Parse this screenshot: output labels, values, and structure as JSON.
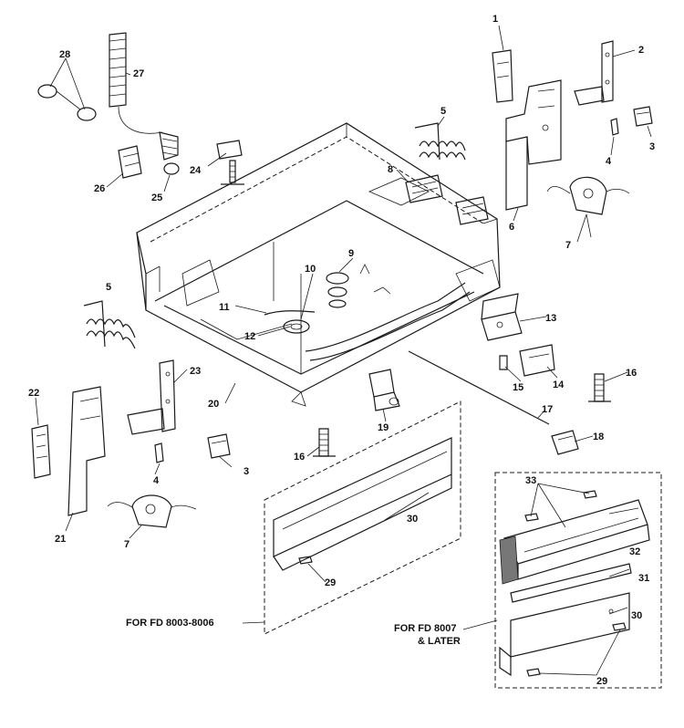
{
  "labels": {
    "p1": "1",
    "p2": "2",
    "p3a": "3",
    "p3b": "3",
    "p4a": "4",
    "p4b": "4",
    "p5a": "5",
    "p5b": "5",
    "p6": "6",
    "p7a": "7",
    "p7b": "7",
    "p8": "8",
    "p9": "9",
    "p10": "10",
    "p11": "11",
    "p12": "12",
    "p13": "13",
    "p14": "14",
    "p15": "15",
    "p16a": "16",
    "p16b": "16",
    "p17": "17",
    "p18": "18",
    "p19": "19",
    "p20": "20",
    "p21": "21",
    "p22": "22",
    "p23": "23",
    "p24": "24",
    "p25": "25",
    "p26": "26",
    "p27": "27",
    "p28": "28",
    "p29a": "29",
    "p29b": "29",
    "p30a": "30",
    "p30b": "30",
    "p31": "31",
    "p32": "32",
    "p33": "33"
  },
  "captions": {
    "early_models": "FOR FD 8003-8006",
    "late_models_line1": "FOR FD 8007",
    "late_models_line2": "& LATER"
  }
}
